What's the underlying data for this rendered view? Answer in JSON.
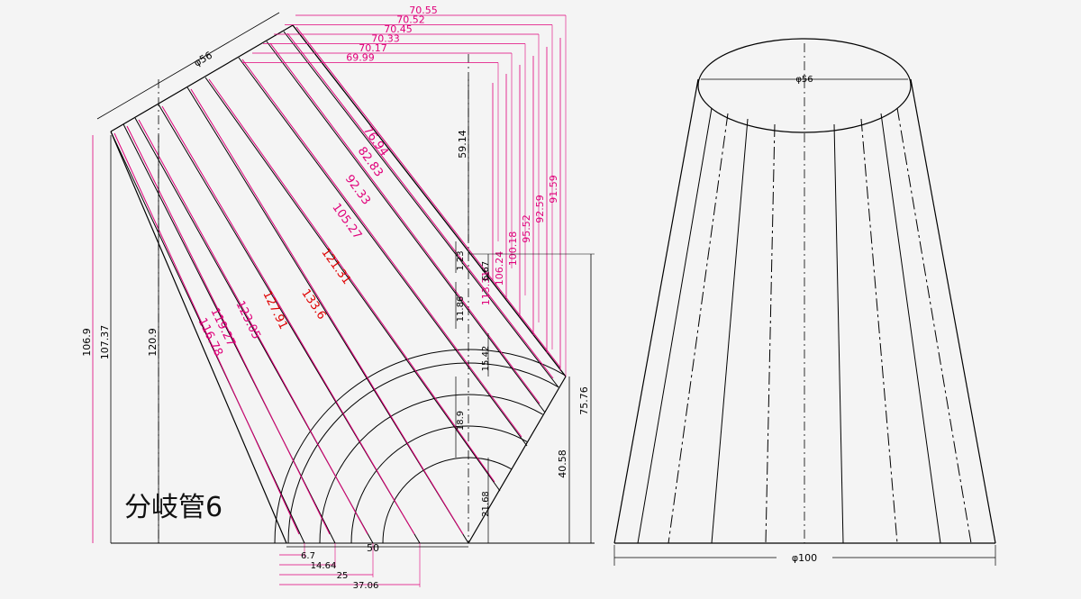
{
  "title": "分岐管6",
  "colors": {
    "outline": "#000000",
    "dimension": "#e0007a",
    "dimension_red": "#e00000",
    "background": "#f4f4f4"
  },
  "left_view": {
    "diameter_label": "φ56",
    "top_dims": [
      "70.55",
      "70.52",
      "70.45",
      "70.33",
      "70.17",
      "69.99"
    ],
    "right_stack_dims": [
      "91.59",
      "92.59",
      "95.52",
      "100.18",
      "106.24",
      "113.31"
    ],
    "small_dims": [
      "1.23",
      "6.67",
      "11.86",
      "15.42",
      "18.9",
      "21.68"
    ],
    "diagonal_dims": [
      "76.94",
      "82.83",
      "92.33",
      "105.27",
      "121.31",
      "133.6",
      "127.91",
      "123.05",
      "119.27",
      "116.78"
    ],
    "height_dims": {
      "h1": "106.9",
      "h2": "107.37",
      "h3": "120.9",
      "h4": "59.14",
      "h5": "75.76",
      "h6": "40.58"
    },
    "bottom_dims": [
      "6.7",
      "14.64",
      "25",
      "37.06"
    ],
    "radius_label": "50"
  },
  "right_view": {
    "top_diameter": "φ56",
    "bottom_diameter": "φ100"
  }
}
